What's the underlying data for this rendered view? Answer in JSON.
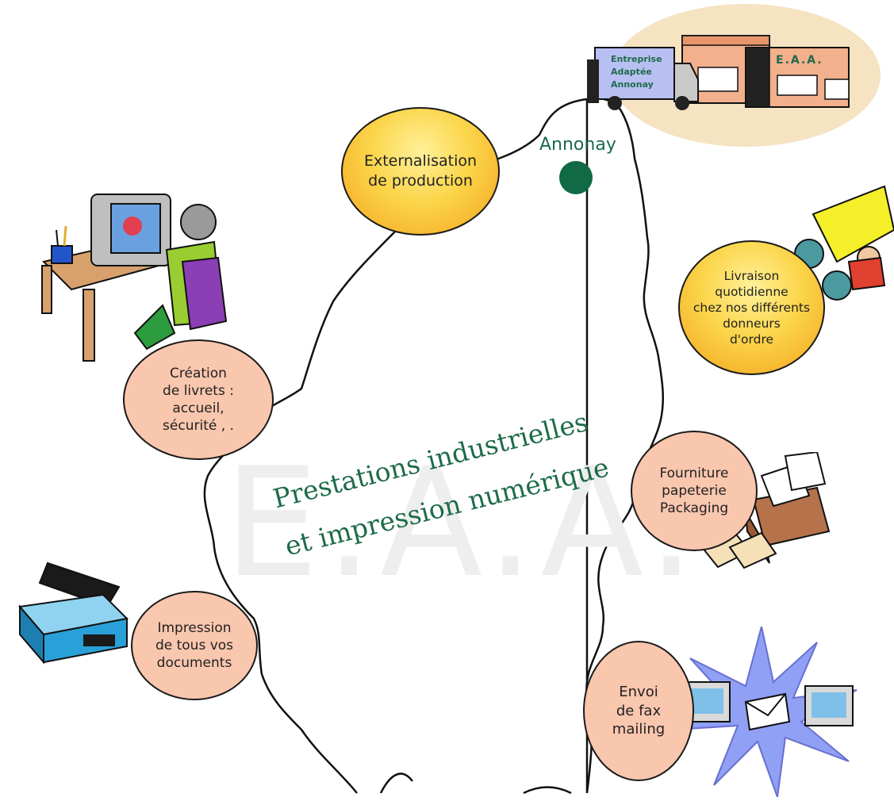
{
  "watermark": "E.A.A.",
  "title": {
    "line1": "Prestations industrielles",
    "line2": "et impression numérique"
  },
  "city": {
    "name": "Annonay"
  },
  "truck": {
    "label_line1": "Entreprise",
    "label_line2": "Adaptée",
    "label_line3": "Annonay",
    "building_sign": "E.A.A."
  },
  "services": [
    {
      "id": "externalisation",
      "text": "Externalisation\nde production"
    },
    {
      "id": "livraison",
      "text": "Livraison\nquotidienne\nchez nos différents\ndonneurs\nd'ordre"
    },
    {
      "id": "creation",
      "text": "Création\nde livrets :\naccueil,\nsécurité , ."
    },
    {
      "id": "fourniture",
      "text": "Fourniture\npapeterie\nPackaging"
    },
    {
      "id": "impression",
      "text": "Impression\nde tous vos\ndocuments"
    },
    {
      "id": "envoi",
      "text": "Envoi\nde fax\nmailing"
    }
  ],
  "colors": {
    "accent_green": "#1e6b4a",
    "city_dot": "#0f6a45",
    "bubble_orange": "#fbd54a",
    "bubble_salmon": "#f9c6ae"
  }
}
